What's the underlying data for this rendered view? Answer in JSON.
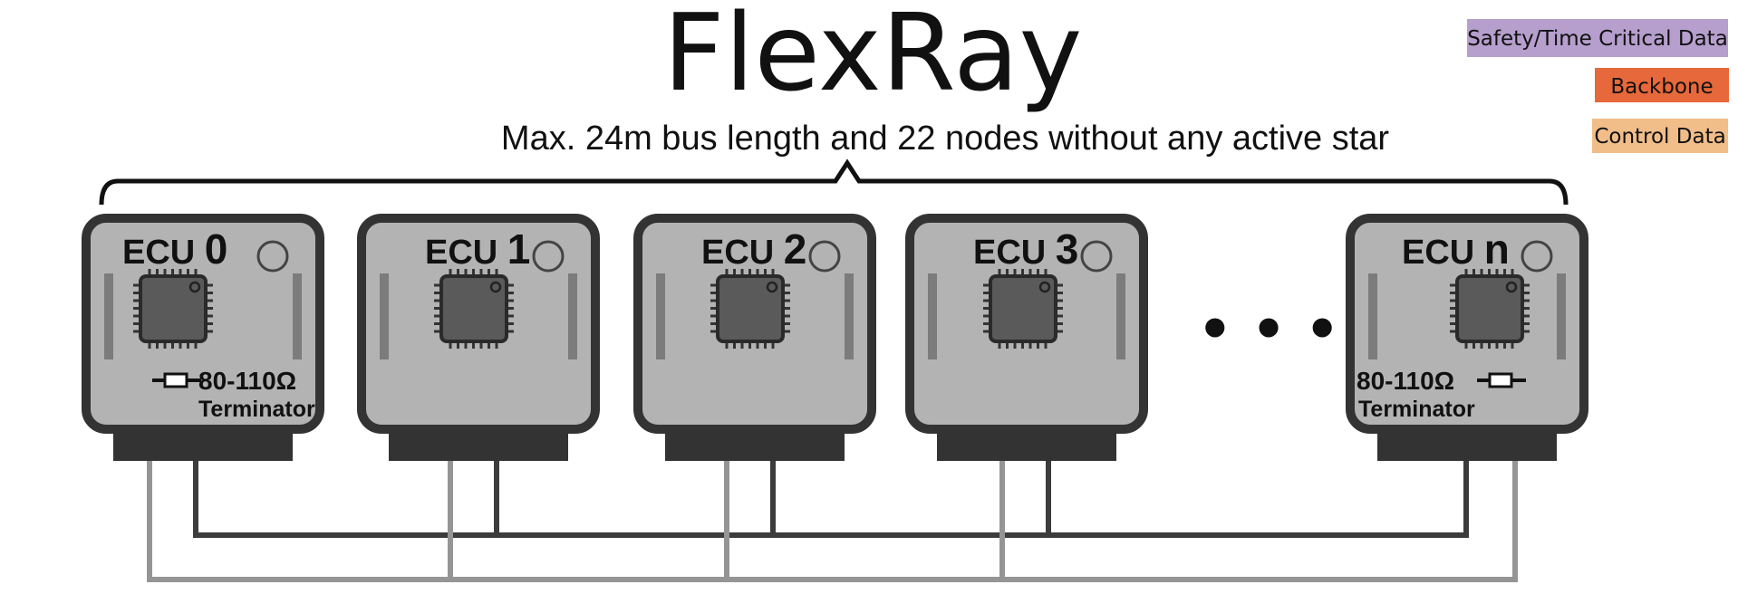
{
  "title": "FlexRay",
  "subtitle": "Max. 24m bus length and 22 nodes without any active star",
  "ecus": [
    {
      "label": "ECU",
      "number": "0",
      "terminator": true
    },
    {
      "label": "ECU",
      "number": "1",
      "terminator": false
    },
    {
      "label": "ECU",
      "number": "2",
      "terminator": false
    },
    {
      "label": "ECU",
      "number": "3",
      "terminator": false
    },
    {
      "label": "ECU",
      "number": "n",
      "terminator": true
    }
  ],
  "terminator": {
    "value": "80-110Ω",
    "label": "Terminator"
  },
  "ellipsis": "• • •",
  "legend": [
    {
      "label": "Safety/Time Critical Data",
      "color": "#b69fcd"
    },
    {
      "label": "Backbone",
      "color": "#e7683a"
    },
    {
      "label": "Control Data",
      "color": "#f1bd89"
    }
  ],
  "colors": {
    "ecu_fill": "#b3b3b3",
    "ecu_border": "#333333",
    "connector": "#333333",
    "chip": "#5a5a5a",
    "bus_dark": "#3c3c3c",
    "bus_light": "#959595"
  }
}
